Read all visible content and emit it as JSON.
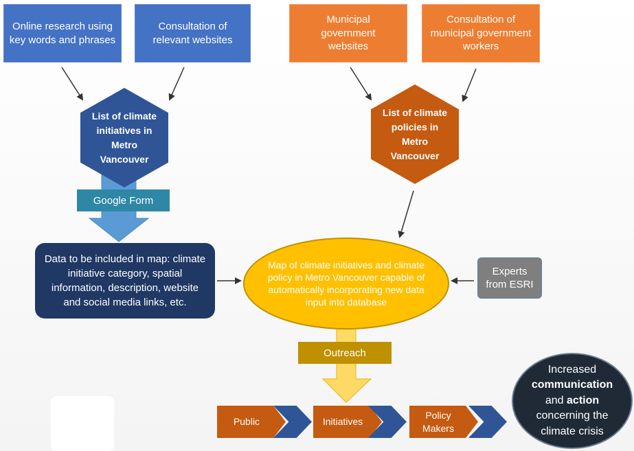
{
  "sources_left": [
    {
      "text": "Online research using key words and phrases"
    },
    {
      "text": "Consultation of relevant websites"
    }
  ],
  "sources_right": [
    {
      "text": "Municipal government websites"
    },
    {
      "text": "Consultation of municipal government workers"
    }
  ],
  "hex_left": "List of climate initiatives in Metro Vancouver",
  "hex_right": "List of climate policies in Metro Vancouver",
  "google_form": "Google Form",
  "data_box": "Data to be included in map: climate initiative category, spatial information, description, website and social media links, etc.",
  "map_ellipse": "Map of climate initiatives and climate policy in Metro Vancouver capable of automatically incorporating new data input into database",
  "experts": "Experts from ESRI",
  "outreach": "Outreach",
  "chevrons": {
    "public": "Public",
    "initiatives": "Initiatives",
    "policy_makers": "Policy Makers"
  },
  "outcome": {
    "line1": "Increased",
    "line2": "communication",
    "line3": "and",
    "line4": "action",
    "line5": "concerning the climate crisis"
  },
  "colors": {
    "blue": "#4472c4",
    "dark_blue": "#2f5597",
    "orange": "#ed7d31",
    "dark_orange": "#c55a11",
    "navy": "#203864",
    "yellow": "#ffc000",
    "gold": "#bf9000",
    "gray": "#7f7f7f",
    "outcome": "#1f2a36"
  }
}
